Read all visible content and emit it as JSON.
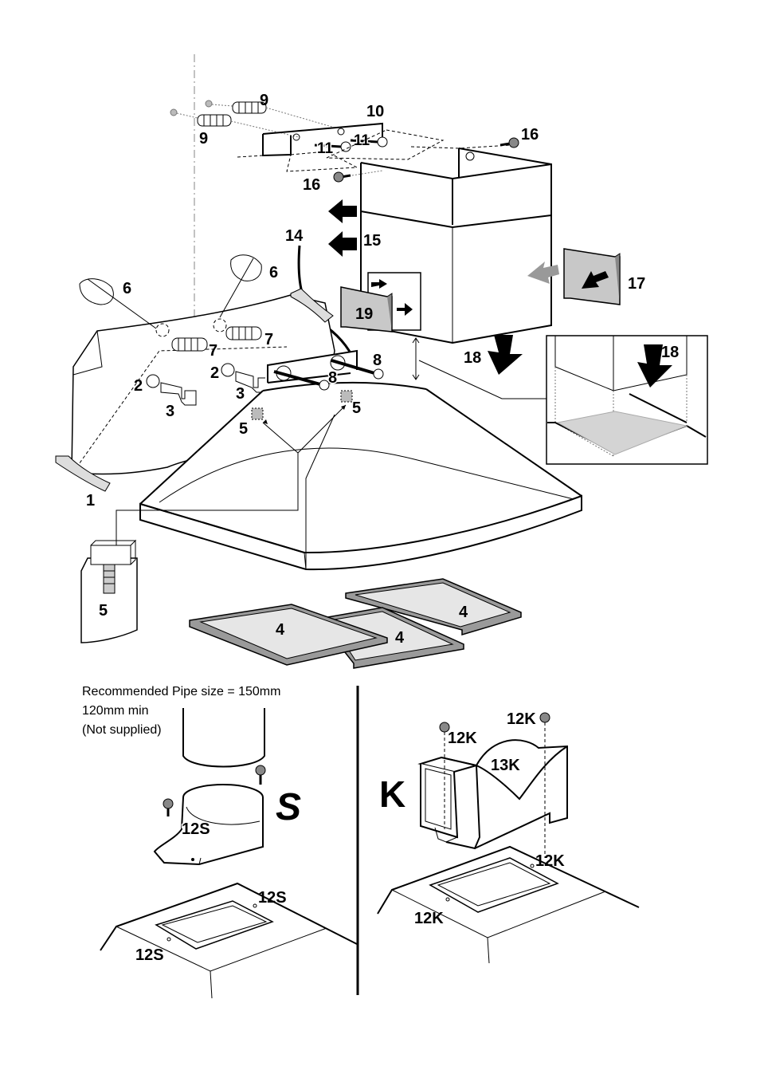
{
  "labels": {
    "l1": "1",
    "l2a": "2",
    "l2b": "2",
    "l3a": "3",
    "l3b": "3",
    "l4a": "4",
    "l4b": "4",
    "l4c": "4",
    "l5a": "5",
    "l5b": "5",
    "l5c": "5",
    "l6a": "6",
    "l6b": "6",
    "l7a": "7",
    "l7b": "7",
    "l8a": "8",
    "l8b": "8",
    "l9a": "9",
    "l9b": "9",
    "l10": "10",
    "l11a": "11",
    "l11b": "11",
    "l14": "14",
    "l15": "15",
    "l16a": "16",
    "l16b": "16",
    "l17": "17",
    "l18a": "18",
    "l18b": "18",
    "l19": "19",
    "l12s_a": "12S",
    "l12s_b": "12S",
    "l12s_c": "12S",
    "l12k_a": "12K",
    "l12k_b": "12K",
    "l12k_c": "12K",
    "l12k_d": "12K",
    "l13k": "13K",
    "big_s": "S",
    "big_k": "K"
  },
  "pipe_note": {
    "line1": "Recommended Pipe size = 150mm",
    "line2": "120mm min",
    "line3": "(Not supplied)"
  },
  "colors": {
    "line": "#000000",
    "filter_fill": "#e6e6e6",
    "filter_frame": "#9a9a9a",
    "box_fill": "#c8c8c8",
    "arrow_grey": "#999999"
  }
}
